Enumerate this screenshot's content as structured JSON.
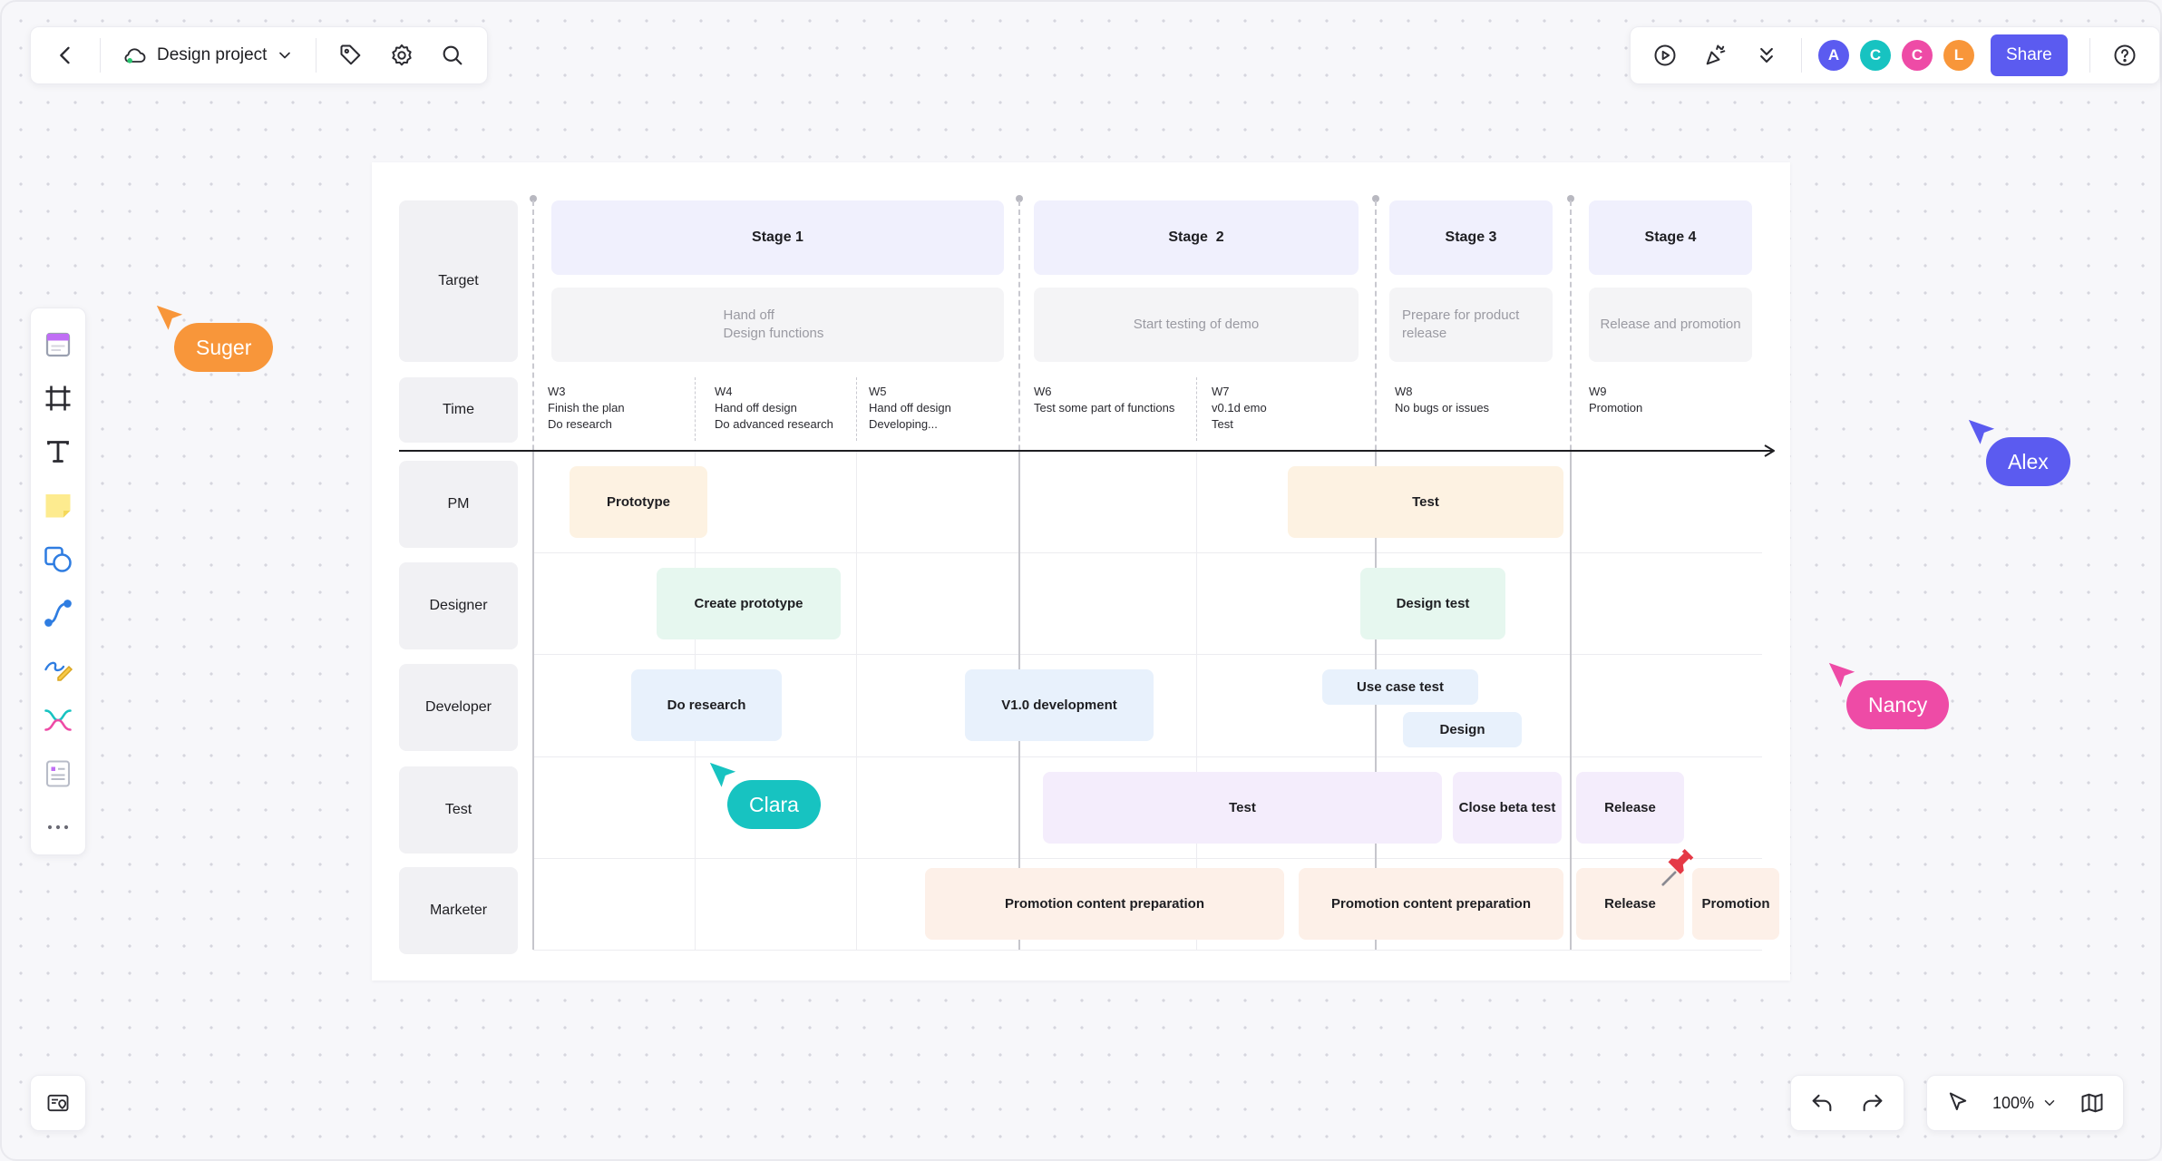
{
  "project": {
    "name": "Design project"
  },
  "topbar": {
    "share_label": "Share"
  },
  "collaborators": [
    {
      "initial": "A",
      "color": "#5b5bf0"
    },
    {
      "initial": "C",
      "color": "#17c3c1"
    },
    {
      "initial": "C",
      "color": "#ee4ba6"
    },
    {
      "initial": "L",
      "color": "#f8963a"
    }
  ],
  "zoom": {
    "level": "100%"
  },
  "timeline": {
    "row_labels": {
      "target": "Target",
      "time": "Time"
    },
    "stages": [
      "Stage 1",
      "Stage  2",
      "Stage 3",
      "Stage 4"
    ],
    "targets": [
      [
        "Hand off",
        "Design functions"
      ],
      [
        "Start testing of demo"
      ],
      [
        "Prepare for product",
        "release"
      ],
      [
        "Release and promotion"
      ]
    ],
    "weeks": [
      {
        "label": "W3",
        "lines": [
          "Finish the plan",
          "Do research"
        ]
      },
      {
        "label": "W4",
        "lines": [
          "Hand off design",
          "Do advanced research"
        ]
      },
      {
        "label": "W5",
        "lines": [
          "Hand off design",
          "Developing..."
        ]
      },
      {
        "label": "W6",
        "lines": [
          "Test some part of functions"
        ]
      },
      {
        "label": "W7",
        "lines": [
          "v0.1d emo",
          "Test"
        ]
      },
      {
        "label": "W8",
        "lines": [
          "No bugs or issues"
        ]
      },
      {
        "label": "W9",
        "lines": [
          "Promotion"
        ]
      }
    ],
    "roles": [
      "PM",
      "Designer",
      "Developer",
      "Test",
      "Marketer"
    ],
    "tasks": {
      "pm": [
        "Prototype",
        "Test"
      ],
      "designer": [
        "Create prototype",
        "Design test"
      ],
      "developer": [
        "Do research",
        "V1.0 development",
        "Use case test",
        "Design"
      ],
      "test": [
        "Test",
        "Close beta test",
        "Release"
      ],
      "marketer": [
        "Promotion content preparation",
        "Promotion content preparation",
        "Release",
        "Promotion"
      ]
    },
    "task_colors": {
      "pm": "#fdf2e2",
      "designer": "#e6f7ef",
      "developer": "#e8f1fc",
      "test": "#f4edfc",
      "marketer": "#fdf0e8"
    }
  },
  "cursors": [
    {
      "name": "Suger",
      "color": "#f8963a"
    },
    {
      "name": "Alex",
      "color": "#5b5bf0"
    },
    {
      "name": "Nancy",
      "color": "#ee4ba6"
    },
    {
      "name": "Clara",
      "color": "#17c3c1"
    }
  ]
}
